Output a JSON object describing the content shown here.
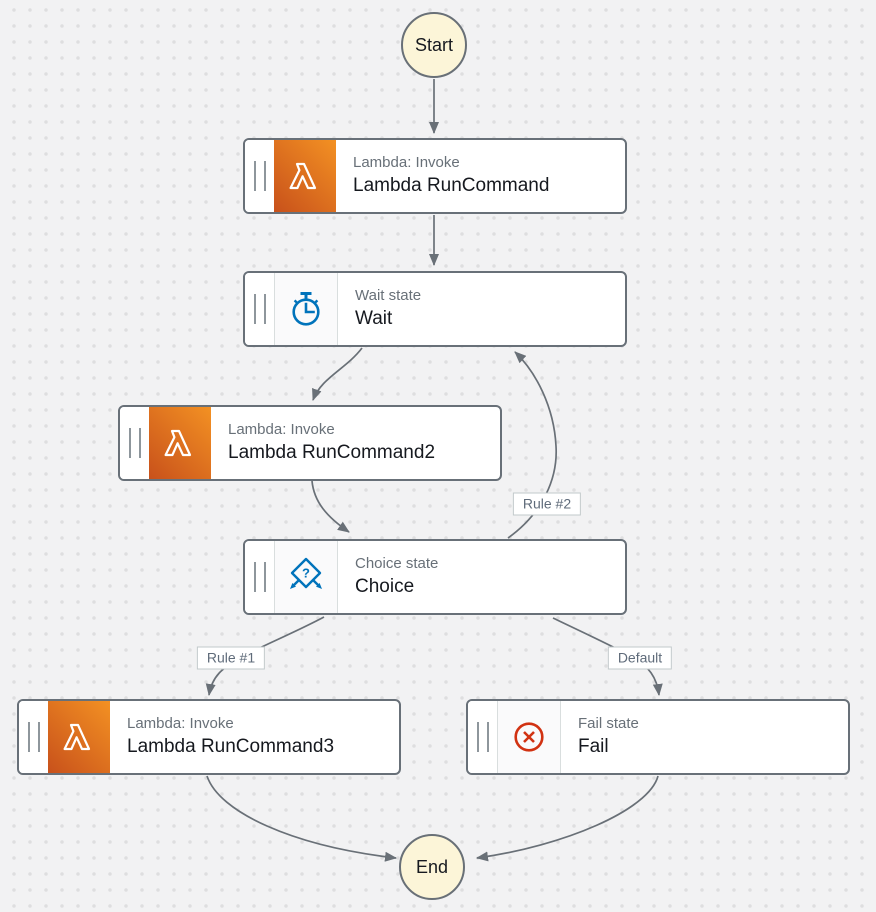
{
  "terminals": {
    "start": "Start",
    "end": "End"
  },
  "nodes": [
    {
      "id": "lambda1",
      "type_label": "Lambda: Invoke",
      "name": "Lambda RunCommand",
      "icon": "lambda-icon"
    },
    {
      "id": "wait",
      "type_label": "Wait state",
      "name": "Wait",
      "icon": "stopwatch-icon"
    },
    {
      "id": "lambda2",
      "type_label": "Lambda: Invoke",
      "name": "Lambda RunCommand2",
      "icon": "lambda-icon"
    },
    {
      "id": "choice",
      "type_label": "Choice state",
      "name": "Choice",
      "icon": "choice-diamond-icon"
    },
    {
      "id": "lambda3",
      "type_label": "Lambda: Invoke",
      "name": "Lambda RunCommand3",
      "icon": "lambda-icon"
    },
    {
      "id": "fail",
      "type_label": "Fail state",
      "name": "Fail",
      "icon": "fail-x-icon"
    }
  ],
  "edge_labels": {
    "rule1": "Rule #1",
    "rule2": "Rule #2",
    "default": "Default"
  },
  "choice_icon_glyph": "?",
  "colors": {
    "lambda_gradient_start": "#C8511B",
    "lambda_gradient_end": "#F39123",
    "state_blue": "#0073BB",
    "fail_red": "#D13212",
    "terminal_fill": "#FCF5D8",
    "edge_gray": "#697077",
    "node_border": "#687078",
    "canvas_bg": "#F2F2F3"
  }
}
